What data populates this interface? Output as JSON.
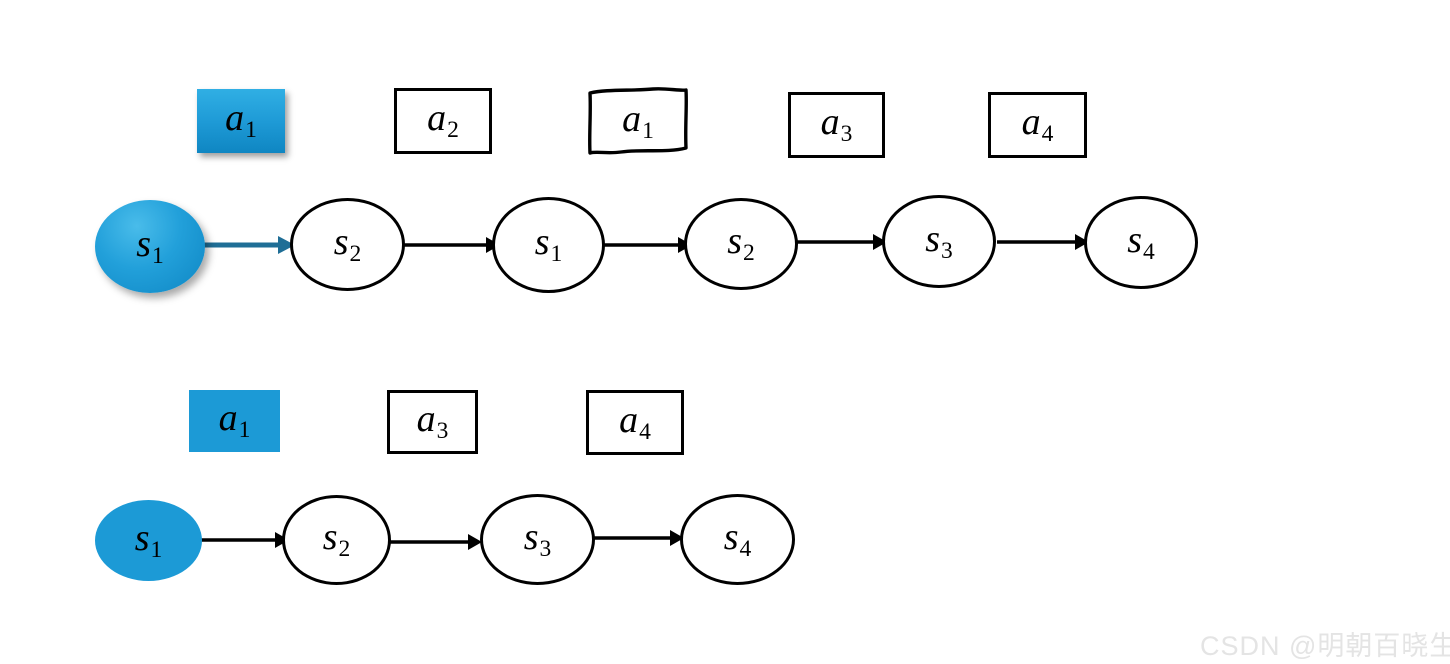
{
  "figure": {
    "title": "",
    "background_color": "#ffffff",
    "accent_blue": "#1C9AD6",
    "accent_blue_dark": "#1F6E96",
    "stroke_color": "#000000"
  },
  "rows": [
    {
      "id": "row-top",
      "name": "full-trajectory",
      "actions": [
        {
          "label": "a",
          "sub": "1",
          "style": "selected-gradient"
        },
        {
          "label": "a",
          "sub": "2",
          "style": "plain"
        },
        {
          "label": "a",
          "sub": "1",
          "style": "hand-drawn"
        },
        {
          "label": "a",
          "sub": "3",
          "style": "plain"
        },
        {
          "label": "a",
          "sub": "4",
          "style": "plain"
        }
      ],
      "states": [
        {
          "label": "s",
          "sub": "1",
          "style": "start-gradient"
        },
        {
          "label": "s",
          "sub": "2",
          "style": "plain"
        },
        {
          "label": "s",
          "sub": "1",
          "style": "plain"
        },
        {
          "label": "s",
          "sub": "2",
          "style": "plain"
        },
        {
          "label": "s",
          "sub": "3",
          "style": "plain"
        },
        {
          "label": "s",
          "sub": "4",
          "style": "plain"
        }
      ],
      "transitions": [
        {
          "from": "s1",
          "to": "s2",
          "color": "#1F6E96"
        },
        {
          "from": "s2",
          "to": "s1",
          "color": "#000000"
        },
        {
          "from": "s1",
          "to": "s2",
          "color": "#000000"
        },
        {
          "from": "s2",
          "to": "s3",
          "color": "#000000"
        },
        {
          "from": "s3",
          "to": "s4",
          "color": "#000000"
        }
      ]
    },
    {
      "id": "row-bottom",
      "name": "reduced-trajectory",
      "actions": [
        {
          "label": "a",
          "sub": "1",
          "style": "selected-flat"
        },
        {
          "label": "a",
          "sub": "3",
          "style": "plain"
        },
        {
          "label": "a",
          "sub": "4",
          "style": "plain"
        }
      ],
      "states": [
        {
          "label": "s",
          "sub": "1",
          "style": "start-flat"
        },
        {
          "label": "s",
          "sub": "2",
          "style": "plain"
        },
        {
          "label": "s",
          "sub": "3",
          "style": "plain"
        },
        {
          "label": "s",
          "sub": "4",
          "style": "plain"
        }
      ],
      "transitions": [
        {
          "from": "s1",
          "to": "s2",
          "color": "#000000"
        },
        {
          "from": "s2",
          "to": "s3",
          "color": "#000000"
        },
        {
          "from": "s3",
          "to": "s4",
          "color": "#000000"
        }
      ]
    }
  ],
  "watermark": {
    "text": "CSDN @明朝百晓生"
  }
}
